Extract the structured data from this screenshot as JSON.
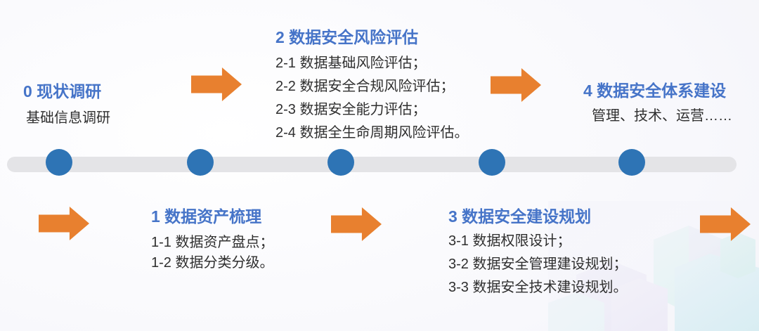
{
  "colors": {
    "accent_orange": "#e8802f",
    "node_blue": "#2e74b5",
    "heading_blue": "#4674c8",
    "track_grey": "#e4e4e7",
    "body_text": "#2f2f2f"
  },
  "icons": {
    "flow_arrow": "right-block-arrow",
    "timeline_node": "filled-circle",
    "background": "isometric-voxel-city-watermark"
  },
  "timeline": {
    "node_count": 5
  },
  "steps": [
    {
      "num": "0",
      "title": "0 现状调研",
      "row": "above",
      "items": [
        "基础信息调研"
      ]
    },
    {
      "num": "1",
      "title": "1 数据资产梳理",
      "row": "below",
      "items": [
        "1-1 数据资产盘点；",
        "1-2 数据分类分级。"
      ]
    },
    {
      "num": "2",
      "title": "2 数据安全风险评估",
      "row": "above",
      "items": [
        "2-1 数据基础风险评估；",
        "2-2 数据安全合规风险评估；",
        "2-3 数据安全能力评估；",
        "2-4 数据全生命周期风险评估。"
      ]
    },
    {
      "num": "3",
      "title": "3 数据安全建设规划",
      "row": "below",
      "items": [
        "3-1 数据权限设计；",
        "3-2 数据安全管理建设规划；",
        "3-3 数据安全技术建设规划。"
      ]
    },
    {
      "num": "4",
      "title": "4 数据安全体系建设",
      "row": "above",
      "items": [
        "管理、技术、运营……"
      ]
    }
  ]
}
